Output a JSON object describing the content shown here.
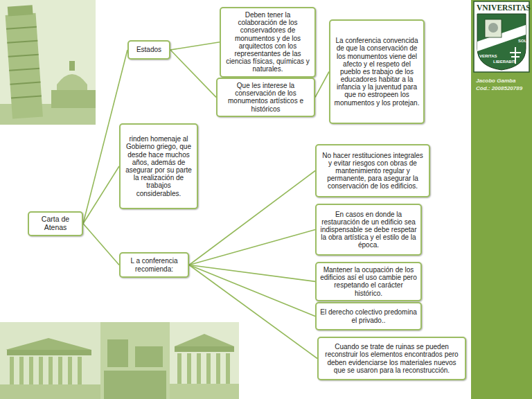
{
  "diagram": {
    "nodes": [
      {
        "text": [
          "Carta de Atenas"
        ]
      },
      {
        "text": [
          "Estados"
        ]
      },
      {
        "text": [
          "Deben tener la colaboración de los conservadores de monumentos y de los arquitectos con los representantes de las ciencias físicas, químicas y naturales."
        ]
      },
      {
        "text": [
          "Que les interese la conservación de los monumentos artísticos e históricos"
        ]
      },
      {
        "text": [
          "La conferencia convencida de que la conservación de los monumentos viene del afecto y el respeto del pueblo es trabajo de los educadores habitar a la infancia y la juventud para que no estropeen los monumentos y los protejan."
        ]
      },
      {
        "text": [
          "rinden homenaje al Gobierno griego, que desde hace muchos años, además de asegurar por su parte la realización de trabajos considerables."
        ]
      },
      {
        "text": [
          "L a conferencia recomienda:"
        ]
      },
      {
        "text": [
          "No hacer restituciones integrales y evitar riesgos con obras de mantenimiento regular y permanente, para asegurar la conservación de los edificios."
        ]
      },
      {
        "text": [
          "En casos en donde la restauración de un edificio sea indispensable se debe respetar la obra artística y el estilo de la época."
        ]
      },
      {
        "text": [
          "Mantener la ocupación de los edificios así el uso cambie pero respetando el carácter histórico."
        ]
      },
      {
        "text": [
          "El derecho colectivo predomina el privado.."
        ]
      },
      {
        "text": [
          "Cuando se trate de ruinas se pueden reconstruir los elementos encontrados pero deben evidenciarse los materiales nuevos que se usaron para la reconstrucción."
        ]
      }
    ],
    "edges": [
      {
        "from": 0,
        "to": 1,
        "arrow": "none"
      },
      {
        "from": 0,
        "to": 5,
        "arrow": "none"
      },
      {
        "from": 0,
        "to": 6,
        "arrow": "none"
      },
      {
        "from": 1,
        "to": 2,
        "arrow": "none"
      },
      {
        "from": 1,
        "to": 3,
        "arrow": "none"
      },
      {
        "from": 3,
        "to": 4,
        "arrow": "none"
      },
      {
        "from": 6,
        "to": 7,
        "arrow": "none"
      },
      {
        "from": 6,
        "to": 8,
        "arrow": "none"
      },
      {
        "from": 6,
        "to": 9,
        "arrow": "none"
      },
      {
        "from": 6,
        "to": 10,
        "arrow": "none"
      },
      {
        "from": 6,
        "to": 11,
        "arrow": "none"
      }
    ],
    "labels": [
      "VNIVERSITAS",
      "VERITAS",
      "LIBERABIT",
      "SOL",
      "Jacobo Gamba",
      "Cód.: 2008520789"
    ]
  }
}
